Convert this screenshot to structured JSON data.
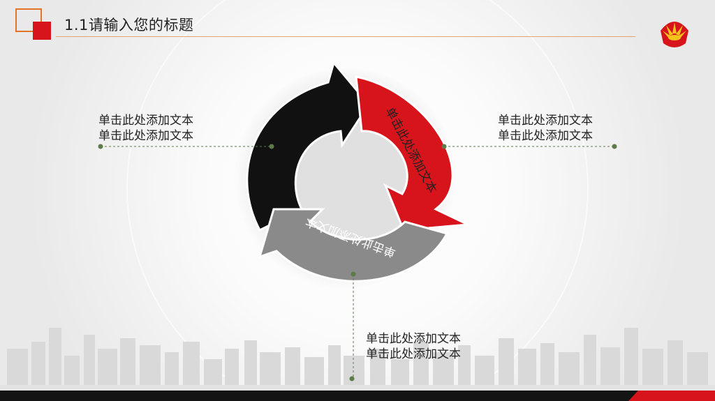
{
  "header": {
    "title": "1.1请输入您的标题"
  },
  "cycle": {
    "red_segment_text": "单击此处添加文本",
    "gray_segment_text": "单击此处添加文本"
  },
  "callouts": {
    "left": [
      "单击此处添加文本",
      "单击此处添加文本"
    ],
    "right": [
      "单击此处添加文本",
      "单击此处添加文本"
    ],
    "bottom": [
      "单击此处添加文本",
      "单击此处添加文本"
    ]
  },
  "colors": {
    "accent_red": "#d7141b",
    "accent_orange": "#e3742a",
    "segment_black": "#111111",
    "segment_gray": "#8a8a8a",
    "connector_green": "#5d7a4a"
  },
  "logo": {
    "icon": "shell-sunburst-logo-icon"
  }
}
